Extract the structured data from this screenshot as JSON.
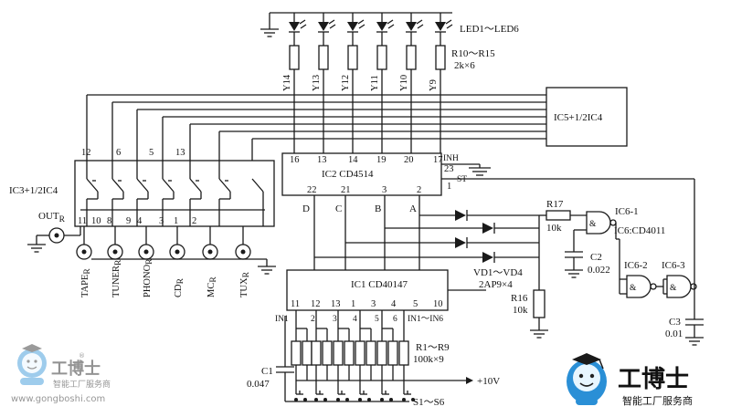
{
  "labels": {
    "led_group": "LED1～LED6",
    "r10_r15": "R10～R15",
    "r10_r15_val": "2k×6",
    "ic5": "IC5+1/2IC4",
    "ic2": "IC2 CD4514",
    "ic2_inh": "INH",
    "ic2_st": "ST",
    "ic1": "IC1 CD40147",
    "ic3": "IC3+1/2IC4",
    "out": "OUT",
    "out_sub": "R",
    "r17": "R17",
    "r17_val": "10k",
    "ic6_1": "IC6-1",
    "ic6_type": "IC6:CD4011",
    "c2": "C2",
    "c2_val": "0.022",
    "ic6_2": "IC6-2",
    "ic6_3": "IC6-3",
    "vd": "VD1～VD4",
    "vd_val": "2AP9×4",
    "r16": "R16",
    "r16_val": "10k",
    "c3": "C3",
    "c3_val": "0.01",
    "r1_r9": "R1～R9",
    "r1_r9_val": "100k×9",
    "c1": "C1",
    "c1_val": "0.047",
    "vcc": "+10V",
    "switches": "S1～S6",
    "in1": "IN1",
    "in1_in6": "IN1～IN6"
  },
  "y_outputs": [
    "Y14",
    "Y13",
    "Y12",
    "Y11",
    "Y10",
    "Y9"
  ],
  "ic2_top_pins": [
    "16",
    "13",
    "14",
    "19",
    "20",
    "17",
    "23"
  ],
  "ic2_bottom_pins": [
    "22",
    "21",
    "3",
    "2",
    "1"
  ],
  "bus_lines": [
    "D",
    "C",
    "B",
    "A"
  ],
  "ic3_top_pins": [
    "12",
    "6",
    "5",
    "13"
  ],
  "ic3_bottom_pins": [
    "11",
    "10",
    "8",
    "9",
    "4",
    "3",
    "1",
    "2"
  ],
  "inputs": [
    {
      "name": "TAPE",
      "sub": "R"
    },
    {
      "name": "TUNER",
      "sub": "R"
    },
    {
      "name": "PHONO",
      "sub": "R"
    },
    {
      "name": "CD",
      "sub": "R"
    },
    {
      "name": "MC",
      "sub": "R"
    },
    {
      "name": "TUX",
      "sub": "R"
    }
  ],
  "ic1_pins": [
    "11",
    "12",
    "13",
    "1",
    "3",
    "4",
    "5",
    "10"
  ],
  "in_numbers": [
    "2",
    "3",
    "4",
    "5",
    "6"
  ],
  "watermark_left": {
    "brand": "工博士",
    "sub": "智能工厂服务商",
    "url": "www.gongboshi.com",
    "reg": "®"
  },
  "watermark_right": {
    "brand": "工博士",
    "sub": "智能工厂服务商"
  }
}
